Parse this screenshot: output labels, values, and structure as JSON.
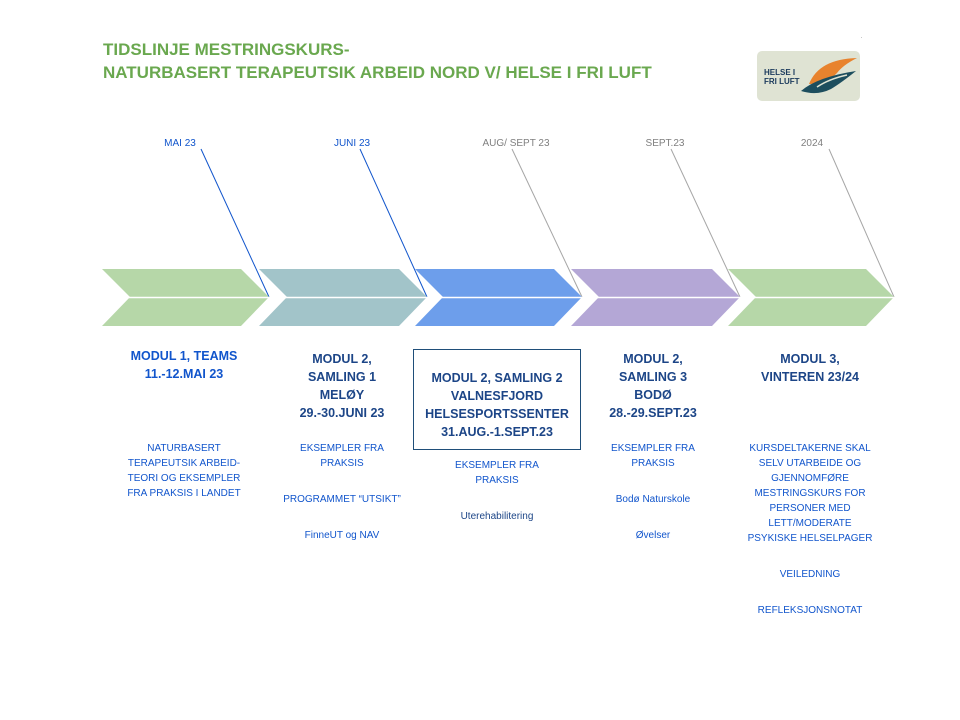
{
  "title": {
    "line1": "TIDSLINJE MESTRINGSKURS-",
    "line2": "NATURBASERT TERAPEUTSIK ARBEID NORD V/ HELSE I FRI LUFT"
  },
  "logo": {
    "line1": "HELSE I",
    "line2": "FRI LUFT"
  },
  "colors": {
    "title": "#6aa84f",
    "text_blue": "#1155cc",
    "chevron_1": "#b6d7a8",
    "chevron_2": "#a2c4c9",
    "chevron_3": "#6d9eeb",
    "chevron_4": "#b4a7d6",
    "chevron_5": "#b6d7a8"
  },
  "stages": [
    {
      "date": "MAI 23",
      "module": [
        "MODUL 1, TEAMS",
        "11.-12.MAI 23"
      ],
      "details": [
        [
          "NATURBASERT",
          "TERAPEUTSIK ARBEID-",
          "TEORI OG EKSEMPLER",
          "FRA PRAKSIS I LANDET"
        ]
      ]
    },
    {
      "date": "JUNI 23",
      "module": [
        "MODUL 2,",
        "SAMLING 1",
        "MELØY",
        "29.-30.JUNI 23"
      ],
      "details": [
        [
          "EKSEMPLER FRA",
          "PRAKSIS"
        ],
        [
          "PROGRAMMET “UTSIKT”"
        ],
        [
          "FinneUT og NAV"
        ]
      ]
    },
    {
      "date": "AUG/ SEPT 23",
      "module": [
        "MODUL 2, SAMLING 2",
        "VALNESFJORD",
        "HELSESPORTSSENTER",
        "31.AUG.-1.SEPT.23"
      ],
      "details": [
        [
          "EKSEMPLER FRA",
          "PRAKSIS"
        ],
        [
          "Uterehabilitering"
        ]
      ]
    },
    {
      "date": "SEPT.23",
      "module": [
        "MODUL 2,",
        "SAMLING 3",
        "BODØ",
        "28.-29.SEPT.23"
      ],
      "details": [
        [
          "EKSEMPLER FRA",
          "PRAKSIS"
        ],
        [
          "Bodø Naturskole"
        ],
        [
          "Øvelser"
        ]
      ]
    },
    {
      "date": "2024",
      "module": [
        "MODUL 3,",
        "VINTEREN 23/24"
      ],
      "details": [
        [
          "KURSDELTAKERNE  SKAL",
          "SELV UTARBEIDE OG",
          "GJENNOMFØRE",
          "MESTRINGSKURS FOR",
          "PERSONER MED",
          "LETT/MODERATE",
          "PSYKISKE HELSELPAGER"
        ],
        [
          "VEILEDNING"
        ],
        [
          "REFLEKSJONSNOTAT"
        ]
      ]
    }
  ]
}
